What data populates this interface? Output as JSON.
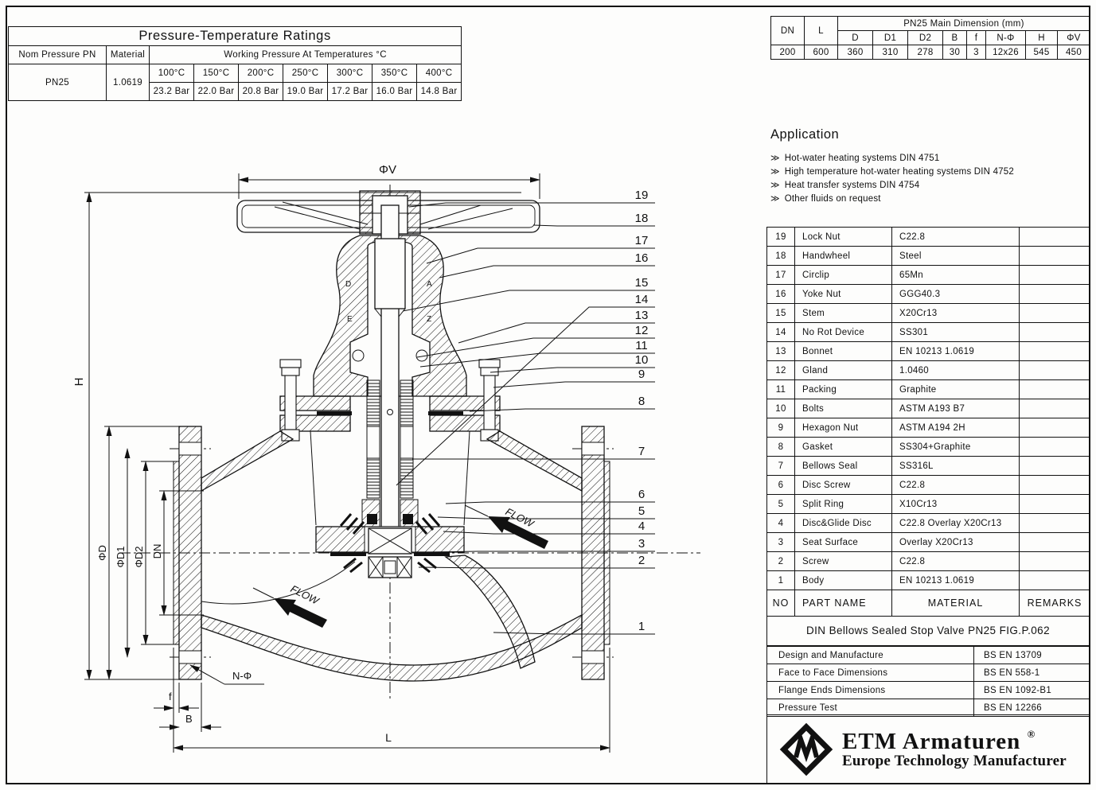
{
  "pt_table": {
    "title": "Pressure-Temperature Ratings",
    "col_nom_pressure": "Nom Pressure PN",
    "col_material": "Material",
    "col_working_pressure": "Working Pressure At Temperatures °C",
    "nom_pressure": "PN25",
    "material": "1.0619",
    "temperatures": [
      "100°C",
      "150°C",
      "200°C",
      "250°C",
      "300°C",
      "350°C",
      "400°C"
    ],
    "pressures": [
      "23.2 Bar",
      "22.0 Bar",
      "20.8 Bar",
      "19.0 Bar",
      "17.2 Bar",
      "16.0 Bar",
      "14.8 Bar"
    ]
  },
  "dim_table": {
    "col_dn": "DN",
    "col_l": "L",
    "group_title": "PN25 Main Dimension (mm)",
    "columns": [
      "D",
      "D1",
      "D2",
      "B",
      "f",
      "N-Φ",
      "H",
      "ΦV"
    ],
    "row": {
      "dn": "200",
      "l": "600",
      "values": [
        "360",
        "310",
        "278",
        "30",
        "3",
        "12x26",
        "545",
        "450"
      ]
    }
  },
  "application": {
    "title": "Application",
    "bullet": "≫",
    "items": [
      "Hot-water heating systems DIN 4751",
      "High temperature hot-water heating systems DIN 4752",
      "Heat transfer systems DIN 4754",
      "Other fluids on request"
    ]
  },
  "parts_table": {
    "header": {
      "no": "NO",
      "part_name": "PART NAME",
      "material": "MATERIAL",
      "remarks": "REMARKS"
    },
    "rows": [
      {
        "no": "19",
        "part_name": "Lock Nut",
        "material": "C22.8",
        "remarks": ""
      },
      {
        "no": "18",
        "part_name": "Handwheel",
        "material": "Steel",
        "remarks": ""
      },
      {
        "no": "17",
        "part_name": "Circlip",
        "material": "65Mn",
        "remarks": ""
      },
      {
        "no": "16",
        "part_name": "Yoke Nut",
        "material": "GGG40.3",
        "remarks": ""
      },
      {
        "no": "15",
        "part_name": "Stem",
        "material": "X20Cr13",
        "remarks": ""
      },
      {
        "no": "14",
        "part_name": "No Rot Device",
        "material": "SS301",
        "remarks": ""
      },
      {
        "no": "13",
        "part_name": "Bonnet",
        "material": "EN 10213 1.0619",
        "remarks": ""
      },
      {
        "no": "12",
        "part_name": "Gland",
        "material": "1.0460",
        "remarks": ""
      },
      {
        "no": "11",
        "part_name": "Packing",
        "material": "Graphite",
        "remarks": ""
      },
      {
        "no": "10",
        "part_name": "Bolts",
        "material": "ASTM A193 B7",
        "remarks": ""
      },
      {
        "no": "9",
        "part_name": "Hexagon Nut",
        "material": "ASTM A194 2H",
        "remarks": ""
      },
      {
        "no": "8",
        "part_name": "Gasket",
        "material": "SS304+Graphite",
        "remarks": ""
      },
      {
        "no": "7",
        "part_name": "Bellows Seal",
        "material": "SS316L",
        "remarks": ""
      },
      {
        "no": "6",
        "part_name": "Disc Screw",
        "material": "C22.8",
        "remarks": ""
      },
      {
        "no": "5",
        "part_name": "Split Ring",
        "material": "X10Cr13",
        "remarks": ""
      },
      {
        "no": "4",
        "part_name": "Disc&Glide Disc",
        "material": "C22.8 Overlay X20Cr13",
        "remarks": ""
      },
      {
        "no": "3",
        "part_name": "Seat Surface",
        "material": "Overlay X20Cr13",
        "remarks": ""
      },
      {
        "no": "2",
        "part_name": "Screw",
        "material": "C22.8",
        "remarks": ""
      },
      {
        "no": "1",
        "part_name": "Body",
        "material": "EN 10213 1.0619",
        "remarks": ""
      }
    ]
  },
  "title_block": {
    "drawing_title": "DIN Bellows Sealed Stop Valve PN25 FIG.P.062",
    "standards": [
      {
        "label": "Design and Manufacture",
        "value": "BS EN 13709"
      },
      {
        "label": "Face to Face Dimensions",
        "value": "BS EN 558-1"
      },
      {
        "label": "Flange Ends Dimensions",
        "value": "BS EN 1092-B1"
      },
      {
        "label": "Pressure Test",
        "value": "BS EN 12266"
      }
    ],
    "brand_name": "ETM Armaturen",
    "registered_mark": "®",
    "tagline": "Europe Technology Manufacturer"
  },
  "drawing": {
    "ink_color": "#111111",
    "callouts": [
      "19",
      "18",
      "17",
      "16",
      "15",
      "14",
      "13",
      "12",
      "11",
      "10",
      "9",
      "8",
      "7",
      "6",
      "5",
      "4",
      "3",
      "2",
      "1"
    ],
    "dims": {
      "phi_v": "ΦV",
      "h": "H",
      "phi_d": "ΦD",
      "phi_d1": "ΦD1",
      "phi_d2": "ΦD2",
      "dn": "DN",
      "n_phi": "N-Φ",
      "f": "f",
      "b": "B",
      "l": "L"
    },
    "flow_label": "FLOW",
    "cast_marks": [
      "D",
      "A",
      "E",
      "Z"
    ]
  }
}
